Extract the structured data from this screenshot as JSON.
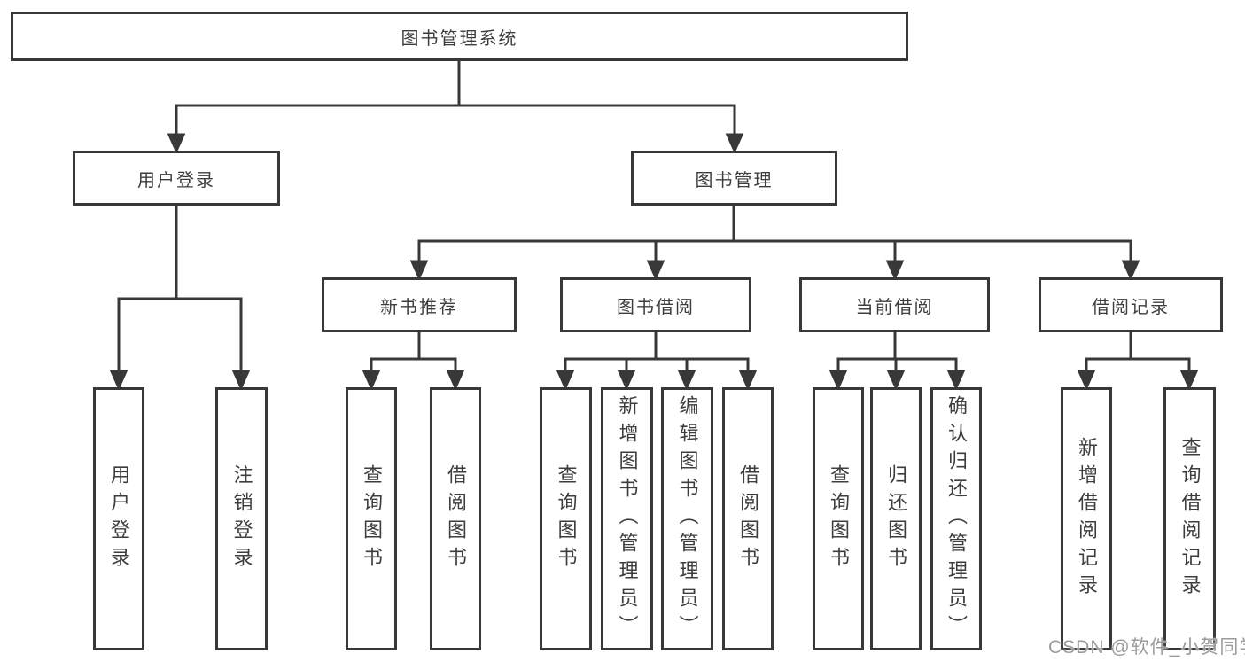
{
  "diagram": {
    "title": "图书管理系统",
    "nodes": {
      "root": {
        "label": "图书管理系统"
      },
      "user_login_group": {
        "label": "用户登录"
      },
      "book_mgmt_group": {
        "label": "图书管理"
      },
      "new_book_rec": {
        "label": "新书推荐"
      },
      "book_borrow": {
        "label": "图书借阅"
      },
      "current_borrow": {
        "label": "当前借阅"
      },
      "borrow_record": {
        "label": "借阅记录"
      },
      "user_login": {
        "label": "用户登录"
      },
      "logout_login": {
        "label": "注销登录"
      },
      "rec_query_book": {
        "label": "查询图书"
      },
      "rec_borrow_book": {
        "label": "借阅图书"
      },
      "bb_query_book": {
        "label": "查询图书"
      },
      "bb_add_book": {
        "label": "新增图书（管理员）"
      },
      "bb_edit_book": {
        "label": "编辑图书（管理员）"
      },
      "bb_borrow_book": {
        "label": "借阅图书"
      },
      "cb_query_book": {
        "label": "查询图书"
      },
      "cb_return_book": {
        "label": "归还图书"
      },
      "cb_confirm_return": {
        "label": "确认归还（管理员）"
      },
      "br_add_record": {
        "label": "新增借阅记录"
      },
      "br_query_record": {
        "label": "查询借阅记录"
      }
    },
    "hierarchy": {
      "图书管理系统": {
        "用户登录": [
          "用户登录",
          "注销登录"
        ],
        "图书管理": {
          "新书推荐": [
            "查询图书",
            "借阅图书"
          ],
          "图书借阅": [
            "查询图书",
            "新增图书（管理员）",
            "编辑图书（管理员）",
            "借阅图书"
          ],
          "当前借阅": [
            "查询图书",
            "归还图书",
            "确认归还（管理员）"
          ],
          "借阅记录": [
            "新增借阅记录",
            "查询借阅记录"
          ]
        }
      }
    },
    "colors": {
      "line": "#383838",
      "text": "#3d3d3d",
      "box_background": "#ffffff",
      "watermark": "#9b9b9b"
    }
  },
  "watermark": {
    "text": "CSDN @软件_小贺同学"
  }
}
